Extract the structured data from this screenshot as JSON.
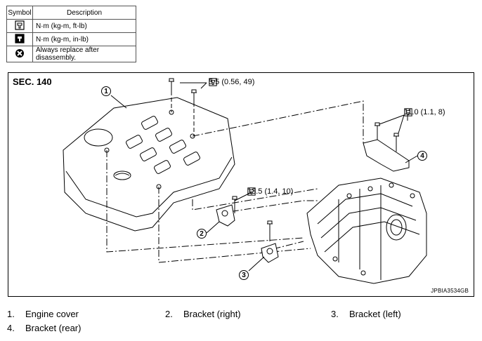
{
  "legend": {
    "header_symbol": "Symbol",
    "header_description": "Description",
    "rows": [
      {
        "icon": "torque-wrench-icon",
        "description": "N·m (kg-m, ft-lb)"
      },
      {
        "icon": "torque-wrench-filled-icon",
        "description": "N·m (kg-m, in-lb)"
      },
      {
        "icon": "replace-x-icon",
        "description": "Always replace after disassembly."
      }
    ]
  },
  "diagram": {
    "section": "SEC. 140",
    "torques": {
      "t1": "5.5 (0.56, 49)",
      "t2": "11.0 (1.1, 8)",
      "t3": "13.5 (1.4, 10)"
    },
    "callouts": {
      "c1": "1",
      "c2": "2",
      "c3": "3",
      "c4": "4"
    },
    "figure_id": "JPBIA3534GB"
  },
  "parts": [
    {
      "num": "1.",
      "name": "Engine cover"
    },
    {
      "num": "2.",
      "name": "Bracket (right)"
    },
    {
      "num": "3.",
      "name": "Bracket (left)"
    },
    {
      "num": "4.",
      "name": "Bracket (rear)"
    }
  ],
  "colors": {
    "line": "#000000",
    "background": "#ffffff"
  }
}
